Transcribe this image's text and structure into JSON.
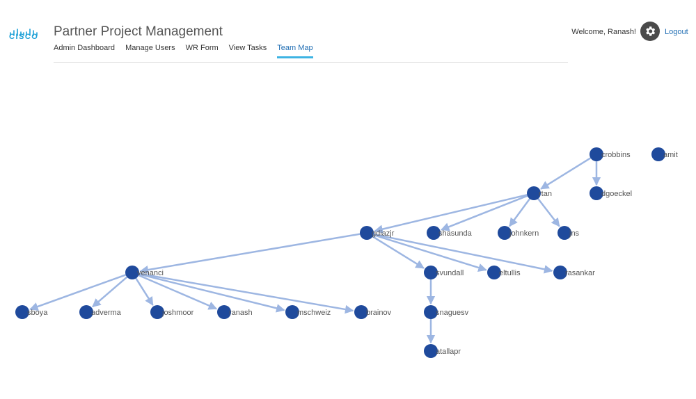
{
  "header": {
    "app_title": "Partner Project Management",
    "logo_text": "CISCO",
    "welcome": "Welcome, Ranash!",
    "logout": "Logout",
    "gear_icon": "gear-icon",
    "accent_color": "#1ba0d7"
  },
  "nav": {
    "items": [
      {
        "label": "Admin Dashboard",
        "active": false
      },
      {
        "label": "Manage Users",
        "active": false
      },
      {
        "label": "WR Form",
        "active": false
      },
      {
        "label": "View Tasks",
        "active": false
      },
      {
        "label": "Team Map",
        "active": true
      }
    ]
  },
  "team_map": {
    "node_color": "#1f4a9c",
    "edge_color": "#9db6e2",
    "nodes": [
      "crobbins",
      "amit",
      "rtan",
      "dgoeckel",
      "gdiazjr",
      "shasunda",
      "johnkern",
      "jns",
      "venanci",
      "svundall",
      "eltullis",
      "rasankar",
      "sboya",
      "adverma",
      "joshmoor",
      "ranash",
      "mschweiz",
      "brainov",
      "snaguesv",
      "atallapr"
    ],
    "edges": [
      [
        "crobbins",
        "rtan"
      ],
      [
        "crobbins",
        "dgoeckel"
      ],
      [
        "rtan",
        "gdiazjr"
      ],
      [
        "rtan",
        "shasunda"
      ],
      [
        "rtan",
        "johnkern"
      ],
      [
        "rtan",
        "jns"
      ],
      [
        "gdiazjr",
        "venanci"
      ],
      [
        "gdiazjr",
        "svundall"
      ],
      [
        "gdiazjr",
        "eltullis"
      ],
      [
        "gdiazjr",
        "rasankar"
      ],
      [
        "venanci",
        "sboya"
      ],
      [
        "venanci",
        "adverma"
      ],
      [
        "venanci",
        "joshmoor"
      ],
      [
        "venanci",
        "ranash"
      ],
      [
        "venanci",
        "mschweiz"
      ],
      [
        "venanci",
        "brainov"
      ],
      [
        "svundall",
        "snaguesv"
      ],
      [
        "snaguesv",
        "atallapr"
      ]
    ]
  }
}
